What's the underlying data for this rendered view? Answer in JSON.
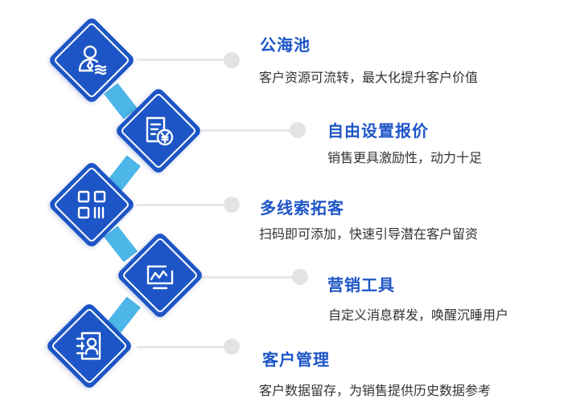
{
  "items": [
    {
      "title": "公海池",
      "desc": "客户资源可流转，最大化提升客户价值",
      "icon": "user-pool-icon"
    },
    {
      "title": "自由设置报价",
      "desc": "销售更具激励性，动力十足",
      "icon": "price-document-icon"
    },
    {
      "title": "多线索拓客",
      "desc": "扫码即可添加，快速引导潜在客户留资",
      "icon": "qr-code-icon"
    },
    {
      "title": "营销工具",
      "desc": "自定义消息群发，唤醒沉睡用户",
      "icon": "trend-monitor-icon"
    },
    {
      "title": "客户管理",
      "desc": "客户数据留存，为销售提供历史数据参考",
      "icon": "contact-card-icon"
    }
  ],
  "colors": {
    "primary": "#1d55c6",
    "connector": "#4db6e8",
    "dot": "#e3e3e6"
  }
}
